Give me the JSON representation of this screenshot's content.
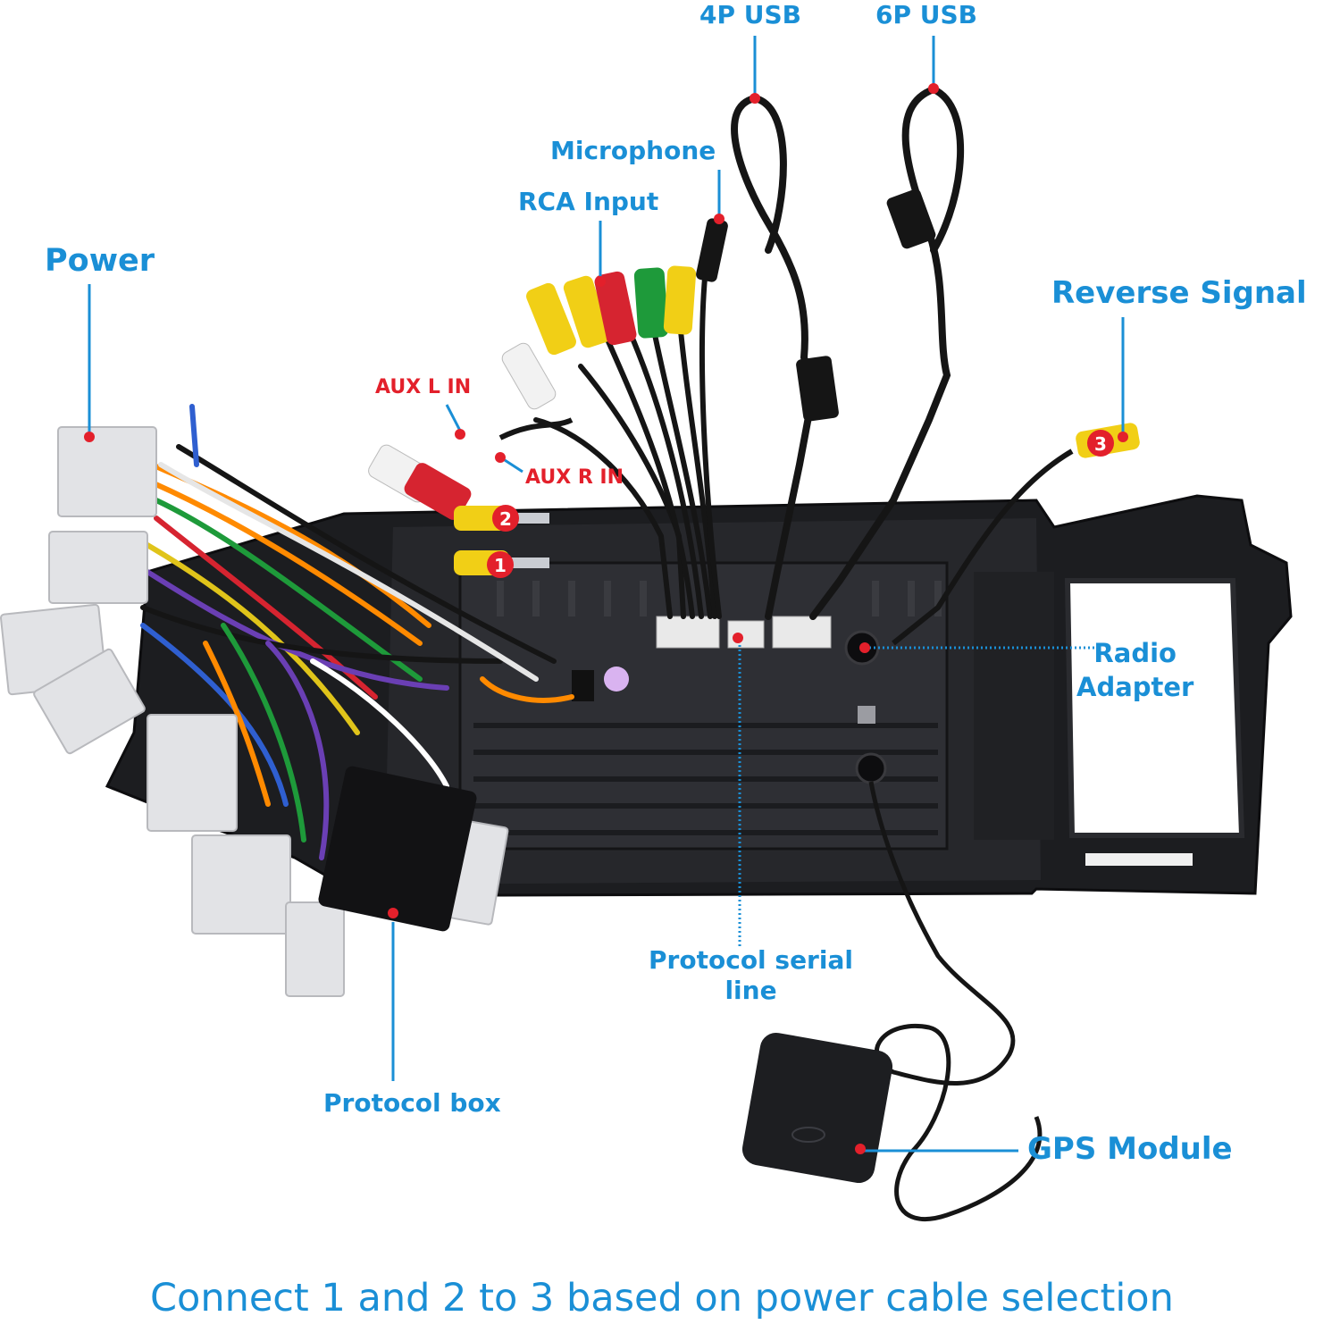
{
  "labels": {
    "usb4": "4P USB",
    "usb6": "6P USB",
    "microphone": "Microphone",
    "rca_input": "RCA Input",
    "power": "Power",
    "reverse_signal": "Reverse Signal",
    "aux_l_in": "AUX L IN",
    "aux_r_in": "AUX R IN",
    "radio_adapter_line1": "Radio",
    "radio_adapter_line2": "Adapter",
    "protocol_serial_line1": "Protocol serial",
    "protocol_serial_line2": "line",
    "protocol_box": "Protocol box",
    "gps_module": "GPS Module"
  },
  "badges": [
    "1",
    "2",
    "3"
  ],
  "caption": "Connect 1 and 2 to 3 based on power cable selection",
  "colors": {
    "label_blue": "#1a8fd6",
    "label_red": "#e3202b",
    "badge_red": "#e3202b",
    "frame_black": "#1c1d20",
    "rca_yellow": "#f1cf16",
    "rca_red": "#d62430",
    "rca_green": "#1e9a3a",
    "rca_white": "#f2f2f2"
  }
}
